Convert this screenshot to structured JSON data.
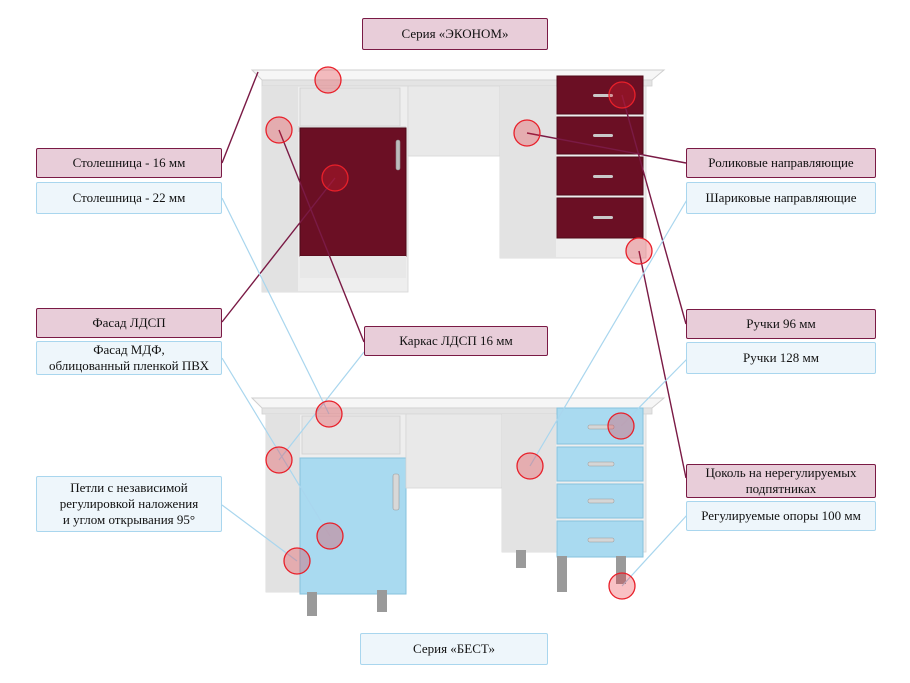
{
  "series_top": "Серия «ЭКОНОМ»",
  "series_bottom": "Серия «БЕСТ»",
  "labels": {
    "tabletop_16": "Столешница - 16 мм",
    "tabletop_22": "Столешница - 22 мм",
    "facade_ldsp": "Фасад ЛДСП",
    "facade_mdf": "Фасад МДФ,\nоблицованный пленкой ПВХ",
    "carcass": "Каркас ЛДСП 16 мм",
    "hinges": "Петли с независимой\nрегулировкой наложения\nи углом открывания 95°",
    "roller_guides": "Роликовые направляющие",
    "ball_guides": "Шариковые направляющие",
    "handles_96": "Ручки 96 мм",
    "handles_128": "Ручки 128 мм",
    "plinth": "Цоколь на нерегулируемых\nподпятниках",
    "legs": "Регулируемые опоры 100 мм"
  },
  "colors": {
    "econ_facade": "#6b0f24",
    "best_facade": "#a9daf0",
    "econ_line": "#7a1a45",
    "best_line": "#a9d6ee",
    "marker": "#e8202a",
    "body": "#eeeeee"
  }
}
